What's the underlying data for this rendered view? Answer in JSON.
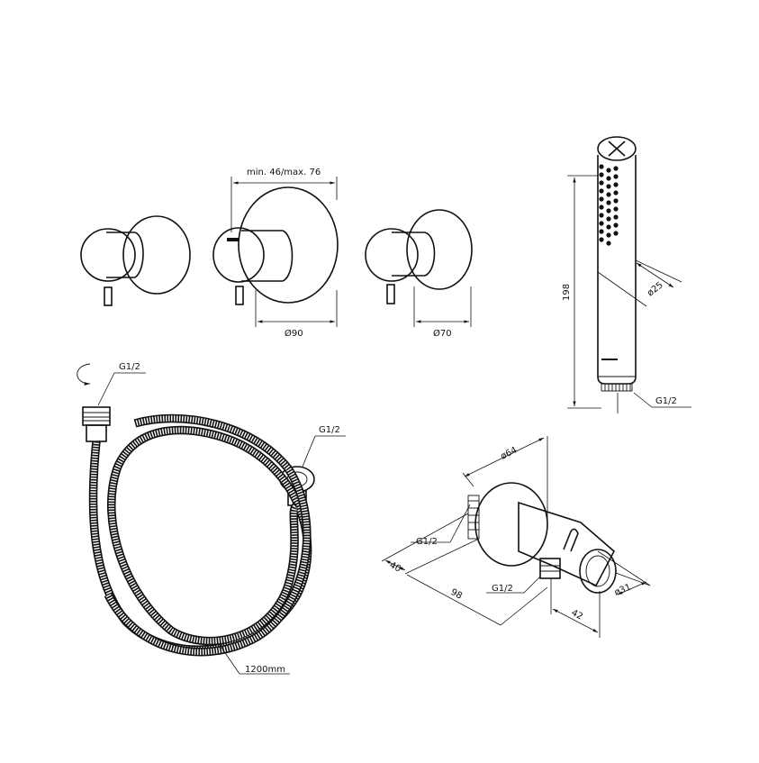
{
  "labels": {
    "depth_range": "min. 46/max. 76",
    "dia_90": "Ø90",
    "dia_70": "Ø70",
    "shower_length": "198",
    "shower_dia": "ø25",
    "shower_thread": "G1/2",
    "hose_thread_top": "G1/2",
    "hose_thread_right": "G1/2",
    "hose_length": "1200mm",
    "elbow_dia_64": "ø64",
    "elbow_thread_inlet": "G1/2",
    "elbow_thread_outlet": "G1/2",
    "elbow_depth_40": "40",
    "elbow_length_98": "98",
    "elbow_height_42": "42",
    "elbow_holder_dia": "ø31"
  }
}
